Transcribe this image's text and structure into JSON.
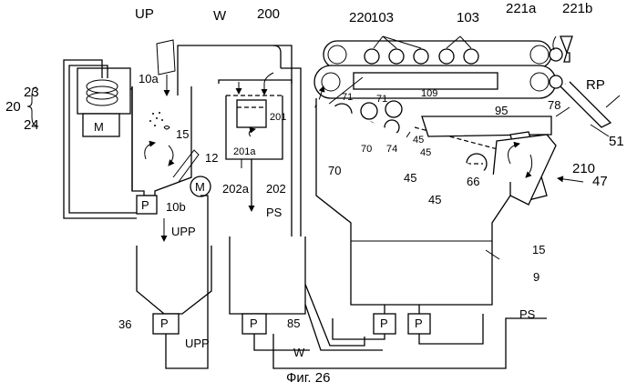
{
  "labels": {
    "up": "UP",
    "w_top": "W",
    "n200": "200",
    "n220": "220",
    "n103a": "103",
    "n103b": "103",
    "n221a": "221a",
    "n221b": "221b",
    "rp": "RP",
    "n20": "20",
    "n23": "23",
    "n24": "24",
    "m_left": "M",
    "n10a": "10a",
    "n15a": "15",
    "n12": "12",
    "m_motor": "M",
    "p_small": "P",
    "n10b": "10b",
    "upp_top": "UPP",
    "n201": "201",
    "n201a": "201a",
    "n202a": "202a",
    "n202": "202",
    "ps_mid": "PS",
    "n71a": "71",
    "n71b": "71",
    "n109": "109",
    "n95": "95",
    "n78": "78",
    "n70a": "70",
    "n70b": "70",
    "n74": "74",
    "n45a": "45",
    "n45b": "45",
    "n45c": "45",
    "n45d": "45",
    "n66": "66",
    "n210": "210",
    "n51": "51",
    "n47": "47",
    "n15b": "15",
    "n9": "9",
    "n36": "36",
    "p_36": "P",
    "upp_bottom": "UPP",
    "p_85": "P",
    "n85": "85",
    "w_bottom": "W",
    "p_9a": "P",
    "p_9b": "P",
    "ps_right": "PS",
    "caption": "Фиг. 26"
  }
}
